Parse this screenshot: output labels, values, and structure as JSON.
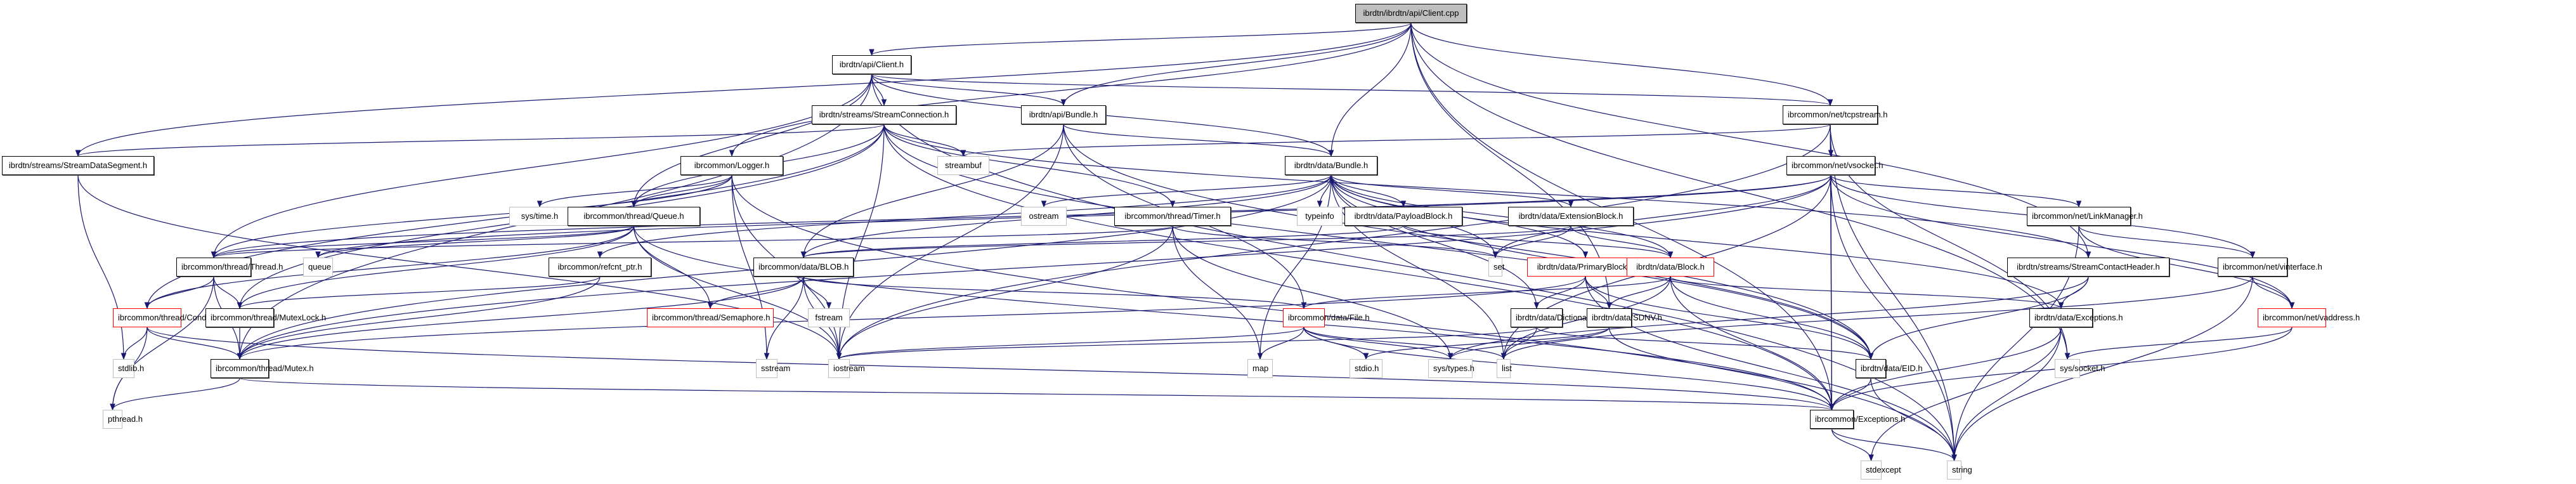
{
  "diagram": {
    "type": "include-dependency-graph",
    "edge_color": "#191970",
    "legend_colors": {
      "root_fill": "#bfbfbf",
      "local": "#000000",
      "system": "#bfbfbf",
      "truncated": "#ff0000"
    },
    "nodes": [
      {
        "id": "client_cpp",
        "label": "ibrdtn/ibrdtn/api/Client.cpp",
        "kind": "root"
      },
      {
        "id": "client_h",
        "label": "ibrdtn/api/Client.h",
        "kind": "local"
      },
      {
        "id": "streamconn",
        "label": "ibrdtn/streams/StreamConnection.h",
        "kind": "local"
      },
      {
        "id": "api_bundle",
        "label": "ibrdtn/api/Bundle.h",
        "kind": "local"
      },
      {
        "id": "tcpstream",
        "label": "ibrcommon/net/tcpstream.h",
        "kind": "local"
      },
      {
        "id": "streamdataseg",
        "label": "ibrdtn/streams/StreamDataSegment.h",
        "kind": "local"
      },
      {
        "id": "logger",
        "label": "ibrcommon/Logger.h",
        "kind": "local"
      },
      {
        "id": "streambuf",
        "label": "streambuf",
        "kind": "system"
      },
      {
        "id": "data_bundle",
        "label": "ibrdtn/data/Bundle.h",
        "kind": "local"
      },
      {
        "id": "vsocket",
        "label": "ibrcommon/net/vsocket.h",
        "kind": "local"
      },
      {
        "id": "systime",
        "label": "sys/time.h",
        "kind": "system"
      },
      {
        "id": "queue_h",
        "label": "ibrcommon/thread/Queue.h",
        "kind": "local"
      },
      {
        "id": "ostream",
        "label": "ostream",
        "kind": "system"
      },
      {
        "id": "timer",
        "label": "ibrcommon/thread/Timer.h",
        "kind": "local"
      },
      {
        "id": "typeinfo",
        "label": "typeinfo",
        "kind": "system"
      },
      {
        "id": "payloadblock",
        "label": "ibrdtn/data/PayloadBlock.h",
        "kind": "local"
      },
      {
        "id": "extensionblock",
        "label": "ibrdtn/data/ExtensionBlock.h",
        "kind": "local"
      },
      {
        "id": "linkmanager",
        "label": "ibrcommon/net/LinkManager.h",
        "kind": "local"
      },
      {
        "id": "thread",
        "label": "ibrcommon/thread/Thread.h",
        "kind": "local"
      },
      {
        "id": "queue",
        "label": "queue",
        "kind": "system"
      },
      {
        "id": "refcnt",
        "label": "ibrcommon/refcnt_ptr.h",
        "kind": "local"
      },
      {
        "id": "blob",
        "label": "ibrcommon/data/BLOB.h",
        "kind": "local"
      },
      {
        "id": "set",
        "label": "set",
        "kind": "system"
      },
      {
        "id": "primaryblock",
        "label": "ibrdtn/data/PrimaryBlock.h",
        "kind": "truncated"
      },
      {
        "id": "block",
        "label": "ibrdtn/data/Block.h",
        "kind": "truncated"
      },
      {
        "id": "contactheader",
        "label": "ibrdtn/streams/StreamContactHeader.h",
        "kind": "local"
      },
      {
        "id": "vinterface",
        "label": "ibrcommon/net/vinterface.h",
        "kind": "local"
      },
      {
        "id": "conditional",
        "label": "ibrcommon/thread/Conditional.h",
        "kind": "truncated"
      },
      {
        "id": "mutexlock",
        "label": "ibrcommon/thread/MutexLock.h",
        "kind": "local"
      },
      {
        "id": "semaphore",
        "label": "ibrcommon/thread/Semaphore.h",
        "kind": "truncated"
      },
      {
        "id": "fstream",
        "label": "fstream",
        "kind": "system"
      },
      {
        "id": "file",
        "label": "ibrcommon/data/File.h",
        "kind": "truncated"
      },
      {
        "id": "dictionary",
        "label": "ibrdtn/data/Dictionary.h",
        "kind": "local"
      },
      {
        "id": "sdnv",
        "label": "ibrdtn/data/SDNV.h",
        "kind": "local"
      },
      {
        "id": "dataexceptions",
        "label": "ibrdtn/data/Exceptions.h",
        "kind": "local"
      },
      {
        "id": "vaddress",
        "label": "ibrcommon/net/vaddress.h",
        "kind": "truncated"
      },
      {
        "id": "stdlib",
        "label": "stdlib.h",
        "kind": "system"
      },
      {
        "id": "mutex",
        "label": "ibrcommon/thread/Mutex.h",
        "kind": "local"
      },
      {
        "id": "sstream",
        "label": "sstream",
        "kind": "system"
      },
      {
        "id": "iostream",
        "label": "iostream",
        "kind": "system"
      },
      {
        "id": "map",
        "label": "map",
        "kind": "system"
      },
      {
        "id": "stdio",
        "label": "stdio.h",
        "kind": "system"
      },
      {
        "id": "systypes",
        "label": "sys/types.h",
        "kind": "system"
      },
      {
        "id": "list",
        "label": "list",
        "kind": "system"
      },
      {
        "id": "eid",
        "label": "ibrdtn/data/EID.h",
        "kind": "local"
      },
      {
        "id": "syssocket",
        "label": "sys/socket.h",
        "kind": "system"
      },
      {
        "id": "pthread",
        "label": "pthread.h",
        "kind": "system"
      },
      {
        "id": "cexceptions",
        "label": "ibrcommon/Exceptions.h",
        "kind": "local"
      },
      {
        "id": "stdexcept",
        "label": "stdexcept",
        "kind": "system"
      },
      {
        "id": "string",
        "label": "string",
        "kind": "system"
      }
    ],
    "edges": [
      [
        "client_cpp",
        "client_h"
      ],
      [
        "client_cpp",
        "api_bundle"
      ],
      [
        "client_cpp",
        "tcpstream"
      ],
      [
        "client_cpp",
        "streamdataseg"
      ],
      [
        "client_cpp",
        "logger"
      ],
      [
        "client_cpp",
        "contactheader"
      ],
      [
        "client_cpp",
        "sdnv"
      ],
      [
        "client_cpp",
        "cexceptions"
      ],
      [
        "client_cpp",
        "data_bundle"
      ],
      [
        "client_cpp",
        "syssocket"
      ],
      [
        "client_h",
        "streamconn"
      ],
      [
        "client_h",
        "api_bundle"
      ],
      [
        "client_h",
        "tcpstream"
      ],
      [
        "client_h",
        "data_bundle"
      ],
      [
        "client_h",
        "queue_h"
      ],
      [
        "client_h",
        "thread"
      ],
      [
        "client_h",
        "mutex"
      ],
      [
        "client_h",
        "string"
      ],
      [
        "streamconn",
        "streamdataseg"
      ],
      [
        "streamconn",
        "streambuf"
      ],
      [
        "streamconn",
        "timer"
      ],
      [
        "streamconn",
        "queue_h"
      ],
      [
        "streamconn",
        "contactheader"
      ],
      [
        "streamconn",
        "iostream"
      ],
      [
        "streamconn",
        "eid"
      ],
      [
        "streamconn",
        "mutexlock"
      ],
      [
        "streamconn",
        "conditional"
      ],
      [
        "streamconn",
        "cexceptions"
      ],
      [
        "api_bundle",
        "data_bundle"
      ],
      [
        "api_bundle",
        "blob"
      ],
      [
        "api_bundle",
        "iostream"
      ],
      [
        "api_bundle",
        "eid"
      ],
      [
        "api_bundle",
        "file"
      ],
      [
        "tcpstream",
        "vsocket"
      ],
      [
        "tcpstream",
        "streambuf"
      ],
      [
        "tcpstream",
        "iostream"
      ],
      [
        "tcpstream",
        "cexceptions"
      ],
      [
        "tcpstream",
        "string"
      ],
      [
        "tcpstream",
        "syssocket"
      ],
      [
        "streamdataseg",
        "iostream"
      ],
      [
        "streamdataseg",
        "stdlib"
      ],
      [
        "logger",
        "systime"
      ],
      [
        "logger",
        "queue_h"
      ],
      [
        "logger",
        "thread"
      ],
      [
        "logger",
        "sstream"
      ],
      [
        "logger",
        "iostream"
      ],
      [
        "logger",
        "string"
      ],
      [
        "data_bundle",
        "typeinfo"
      ],
      [
        "data_bundle",
        "payloadblock"
      ],
      [
        "data_bundle",
        "extensionblock"
      ],
      [
        "data_bundle",
        "ostream"
      ],
      [
        "data_bundle",
        "set"
      ],
      [
        "data_bundle",
        "primaryblock"
      ],
      [
        "data_bundle",
        "block"
      ],
      [
        "data_bundle",
        "blob"
      ],
      [
        "data_bundle",
        "list"
      ],
      [
        "data_bundle",
        "map"
      ],
      [
        "data_bundle",
        "mutex"
      ],
      [
        "data_bundle",
        "refcnt"
      ],
      [
        "data_bundle",
        "dictionary"
      ],
      [
        "data_bundle",
        "eid"
      ],
      [
        "data_bundle",
        "dataexceptions"
      ],
      [
        "vsocket",
        "linkmanager"
      ],
      [
        "vsocket",
        "vinterface"
      ],
      [
        "vsocket",
        "vaddress"
      ],
      [
        "vsocket",
        "thread"
      ],
      [
        "vsocket",
        "set"
      ],
      [
        "vsocket",
        "list"
      ],
      [
        "vsocket",
        "mutex"
      ],
      [
        "vsocket",
        "string"
      ],
      [
        "vsocket",
        "cexceptions"
      ],
      [
        "vsocket",
        "queue"
      ],
      [
        "queue_h",
        "thread"
      ],
      [
        "queue_h",
        "queue"
      ],
      [
        "queue_h",
        "mutexlock"
      ],
      [
        "queue_h",
        "semaphore"
      ],
      [
        "queue_h",
        "conditional"
      ],
      [
        "queue_h",
        "iostream"
      ],
      [
        "queue_h",
        "cexceptions"
      ],
      [
        "timer",
        "thread"
      ],
      [
        "timer",
        "set"
      ],
      [
        "timer",
        "map"
      ],
      [
        "timer",
        "iostream"
      ],
      [
        "timer",
        "systypes"
      ],
      [
        "payloadblock",
        "blob"
      ],
      [
        "payloadblock",
        "block"
      ],
      [
        "extensionblock",
        "blob"
      ],
      [
        "extensionblock",
        "block"
      ],
      [
        "extensionblock",
        "set"
      ],
      [
        "linkmanager",
        "vinterface"
      ],
      [
        "linkmanager",
        "vaddress"
      ],
      [
        "linkmanager",
        "string"
      ],
      [
        "thread",
        "conditional"
      ],
      [
        "thread",
        "mutex"
      ],
      [
        "thread",
        "mutexlock"
      ],
      [
        "thread",
        "pthread"
      ],
      [
        "refcnt",
        "mutexlock"
      ],
      [
        "refcnt",
        "mutex"
      ],
      [
        "blob",
        "mutex"
      ],
      [
        "blob",
        "file"
      ],
      [
        "blob",
        "fstream"
      ],
      [
        "blob",
        "iostream"
      ],
      [
        "blob",
        "sstream"
      ],
      [
        "blob",
        "semaphore"
      ],
      [
        "primaryblock",
        "dictionary"
      ],
      [
        "primaryblock",
        "eid"
      ],
      [
        "primaryblock",
        "sdnv"
      ],
      [
        "primaryblock",
        "string"
      ],
      [
        "primaryblock",
        "mutex"
      ],
      [
        "block",
        "sdnv"
      ],
      [
        "block",
        "eid"
      ],
      [
        "block",
        "list"
      ],
      [
        "block",
        "dataexceptions"
      ],
      [
        "block",
        "cexceptions"
      ],
      [
        "block",
        "file"
      ],
      [
        "contactheader",
        "dataexceptions"
      ],
      [
        "contactheader",
        "eid"
      ],
      [
        "contactheader",
        "systypes"
      ],
      [
        "vinterface",
        "vaddress"
      ],
      [
        "vinterface",
        "list"
      ],
      [
        "vinterface",
        "string"
      ],
      [
        "conditional",
        "mutex"
      ],
      [
        "conditional",
        "stdlib"
      ],
      [
        "conditional",
        "pthread"
      ],
      [
        "conditional",
        "cexceptions"
      ],
      [
        "mutexlock",
        "mutex"
      ],
      [
        "file",
        "map"
      ],
      [
        "file",
        "stdio"
      ],
      [
        "file",
        "systypes"
      ],
      [
        "file",
        "list"
      ],
      [
        "file",
        "iostream"
      ],
      [
        "file",
        "cexceptions"
      ],
      [
        "dictionary",
        "iostream"
      ],
      [
        "dictionary",
        "list"
      ],
      [
        "dictionary",
        "eid"
      ],
      [
        "sdnv",
        "systypes"
      ],
      [
        "sdnv",
        "stdio"
      ],
      [
        "sdnv",
        "cexceptions"
      ],
      [
        "dataexceptions",
        "cexceptions"
      ],
      [
        "dataexceptions",
        "stdexcept"
      ],
      [
        "dataexceptions",
        "string"
      ],
      [
        "vaddress",
        "syssocket"
      ],
      [
        "vaddress",
        "cexceptions"
      ],
      [
        "mutex",
        "pthread"
      ],
      [
        "mutex",
        "cexceptions"
      ],
      [
        "eid",
        "cexceptions"
      ],
      [
        "eid",
        "string"
      ],
      [
        "cexceptions",
        "stdexcept"
      ],
      [
        "cexceptions",
        "string"
      ]
    ]
  }
}
